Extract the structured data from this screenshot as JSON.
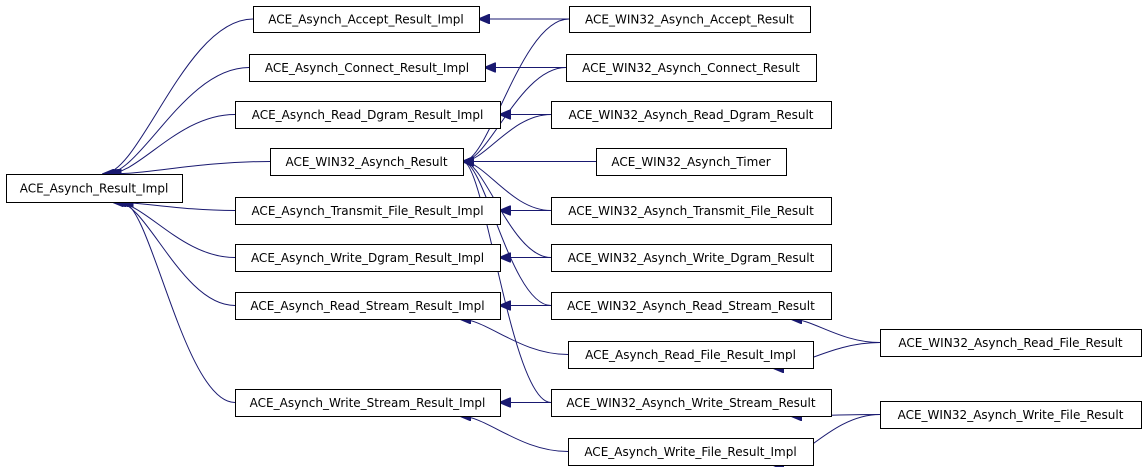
{
  "diagram": {
    "edge_color": "#191970",
    "nodes": [
      {
        "id": "asynch_result_impl",
        "label": "ACE_Asynch_Result_Impl"
      },
      {
        "id": "accept_impl",
        "label": "ACE_Asynch_Accept_Result_Impl"
      },
      {
        "id": "connect_impl",
        "label": "ACE_Asynch_Connect_Result_Impl"
      },
      {
        "id": "read_dgram_impl",
        "label": "ACE_Asynch_Read_Dgram_Result_Impl"
      },
      {
        "id": "win32_result",
        "label": "ACE_WIN32_Asynch_Result"
      },
      {
        "id": "transmit_impl",
        "label": "ACE_Asynch_Transmit_File_Result_Impl"
      },
      {
        "id": "write_dgram_impl",
        "label": "ACE_Asynch_Write_Dgram_Result_Impl"
      },
      {
        "id": "read_stream_impl",
        "label": "ACE_Asynch_Read_Stream_Result_Impl"
      },
      {
        "id": "write_stream_impl",
        "label": "ACE_Asynch_Write_Stream_Result_Impl"
      },
      {
        "id": "win32_accept",
        "label": "ACE_WIN32_Asynch_Accept_Result"
      },
      {
        "id": "win32_connect",
        "label": "ACE_WIN32_Asynch_Connect_Result"
      },
      {
        "id": "win32_read_dgram",
        "label": "ACE_WIN32_Asynch_Read_Dgram_Result"
      },
      {
        "id": "win32_timer",
        "label": "ACE_WIN32_Asynch_Timer"
      },
      {
        "id": "win32_transmit",
        "label": "ACE_WIN32_Asynch_Transmit_File_Result"
      },
      {
        "id": "win32_write_dgram",
        "label": "ACE_WIN32_Asynch_Write_Dgram_Result"
      },
      {
        "id": "win32_read_stream",
        "label": "ACE_WIN32_Asynch_Read_Stream_Result"
      },
      {
        "id": "read_file_impl",
        "label": "ACE_Asynch_Read_File_Result_Impl"
      },
      {
        "id": "win32_write_stream",
        "label": "ACE_WIN32_Asynch_Write_Stream_Result"
      },
      {
        "id": "write_file_impl",
        "label": "ACE_Asynch_Write_File_Result_Impl"
      },
      {
        "id": "win32_read_file",
        "label": "ACE_WIN32_Asynch_Read_File_Result"
      },
      {
        "id": "win32_write_file",
        "label": "ACE_WIN32_Asynch_Write_File_Result"
      }
    ],
    "edges": [
      {
        "from": "accept_impl",
        "to": "asynch_result_impl"
      },
      {
        "from": "connect_impl",
        "to": "asynch_result_impl"
      },
      {
        "from": "read_dgram_impl",
        "to": "asynch_result_impl"
      },
      {
        "from": "win32_result",
        "to": "asynch_result_impl"
      },
      {
        "from": "transmit_impl",
        "to": "asynch_result_impl"
      },
      {
        "from": "write_dgram_impl",
        "to": "asynch_result_impl"
      },
      {
        "from": "read_stream_impl",
        "to": "asynch_result_impl"
      },
      {
        "from": "write_stream_impl",
        "to": "asynch_result_impl"
      },
      {
        "from": "win32_accept",
        "to": "accept_impl"
      },
      {
        "from": "win32_connect",
        "to": "connect_impl"
      },
      {
        "from": "win32_read_dgram",
        "to": "read_dgram_impl"
      },
      {
        "from": "win32_transmit",
        "to": "transmit_impl"
      },
      {
        "from": "win32_write_dgram",
        "to": "write_dgram_impl"
      },
      {
        "from": "win32_read_stream",
        "to": "read_stream_impl"
      },
      {
        "from": "read_file_impl",
        "to": "read_stream_impl"
      },
      {
        "from": "win32_write_stream",
        "to": "write_stream_impl"
      },
      {
        "from": "write_file_impl",
        "to": "write_stream_impl"
      },
      {
        "from": "win32_accept",
        "to": "win32_result"
      },
      {
        "from": "win32_connect",
        "to": "win32_result"
      },
      {
        "from": "win32_read_dgram",
        "to": "win32_result"
      },
      {
        "from": "win32_timer",
        "to": "win32_result"
      },
      {
        "from": "win32_transmit",
        "to": "win32_result"
      },
      {
        "from": "win32_write_dgram",
        "to": "win32_result"
      },
      {
        "from": "win32_read_stream",
        "to": "win32_result"
      },
      {
        "from": "win32_write_stream",
        "to": "win32_result"
      },
      {
        "from": "win32_read_file",
        "to": "win32_read_stream"
      },
      {
        "from": "win32_read_file",
        "to": "read_file_impl"
      },
      {
        "from": "win32_write_file",
        "to": "win32_write_stream"
      },
      {
        "from": "win32_write_file",
        "to": "write_file_impl"
      }
    ]
  }
}
